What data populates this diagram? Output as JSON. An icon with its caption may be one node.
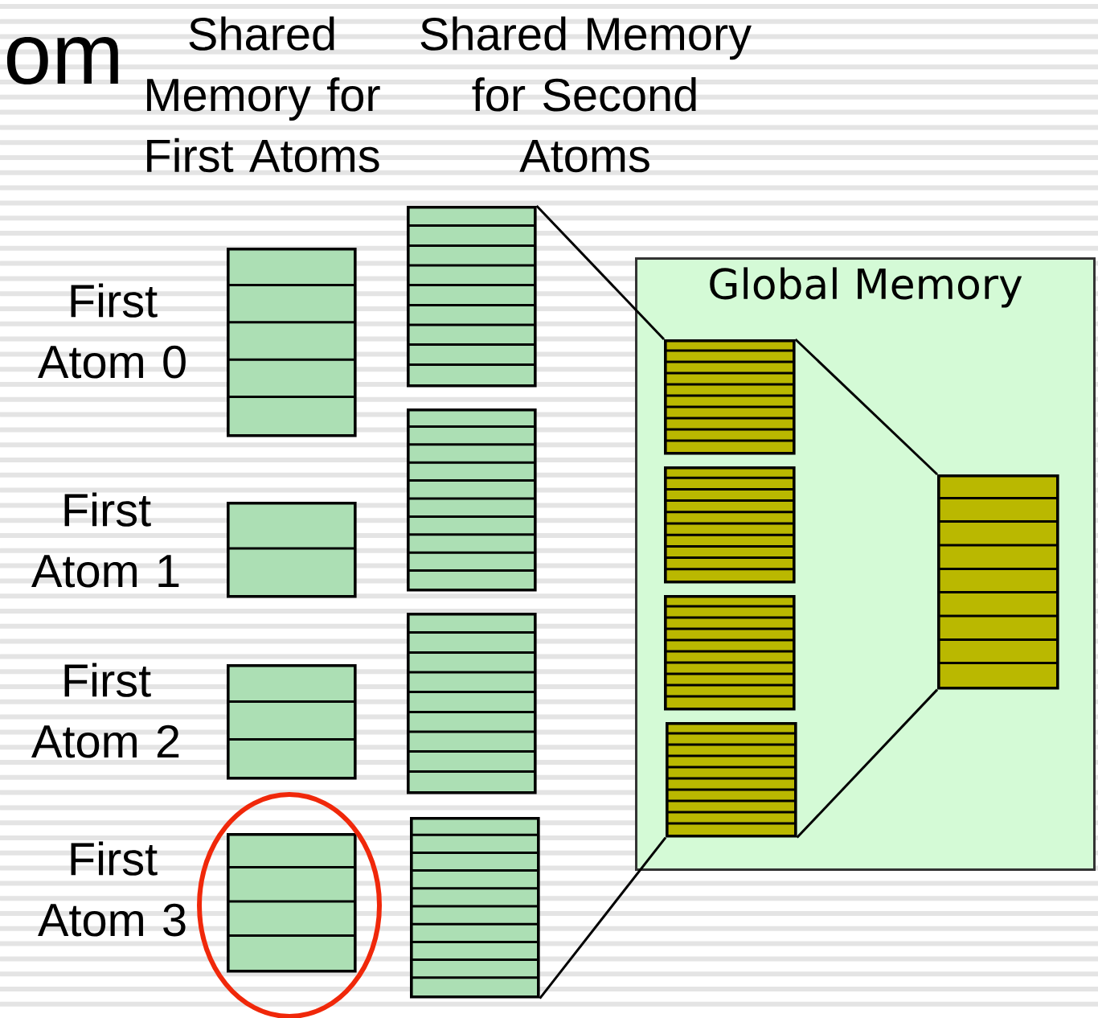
{
  "diagram": {
    "nodes": [
      {
        "text": [],
        "shape": "box"
      },
      {
        "text": [],
        "shape": "box"
      },
      {
        "text": [],
        "shape": "box"
      },
      {
        "text": [],
        "shape": "box"
      },
      {
        "text": [],
        "shape": "box"
      },
      {
        "text": [],
        "shape": "box"
      },
      {
        "text": [],
        "shape": "box"
      },
      {
        "text": [],
        "shape": "box"
      },
      {
        "text": [
          "Global Memory"
        ]
      },
      {
        "text": [],
        "shape": "box",
        "in": 8
      },
      {
        "text": [],
        "shape": "box",
        "in": 8
      },
      {
        "text": [],
        "shape": "box",
        "in": 8
      },
      {
        "text": [],
        "shape": "box",
        "in": 8
      },
      {
        "text": [],
        "shape": "box",
        "in": 8
      }
    ],
    "edges": [
      {
        "from": 4,
        "to": 9,
        "arrow": "none"
      },
      {
        "from": 7,
        "to": 12,
        "arrow": "none"
      },
      {
        "from": 9,
        "to": 13,
        "arrow": "none"
      },
      {
        "from": 12,
        "to": 13,
        "arrow": "none"
      }
    ],
    "labels": [
      "om",
      "Shared Memory for First Atoms",
      "Shared Memory for Second Atoms",
      "First Atom 0",
      "First Atom 1",
      "First Atom 2",
      "First Atom 3"
    ]
  }
}
